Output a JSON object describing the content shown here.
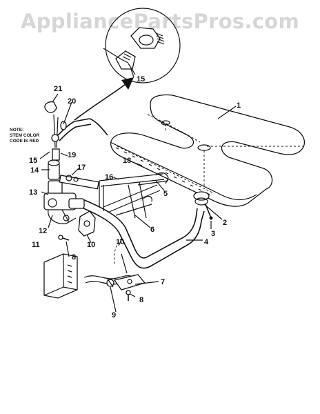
{
  "watermark": "AppliancePartsPros.com",
  "note": {
    "line1": "NOTE:",
    "line2": "STEM COLOR",
    "line3": "CODE IS RED"
  },
  "labels": {
    "p1": "1",
    "p2": "2",
    "p3": "3",
    "p4": "4",
    "p5": "5",
    "p6": "6",
    "p7": "7",
    "p8a": "8",
    "p8b": "8",
    "p9": "9",
    "p10a": "10",
    "p10b": "10",
    "p11": "11",
    "p12": "12",
    "p13": "13",
    "p14": "14",
    "p15a": "15",
    "p15b": "15",
    "p16": "16",
    "p17": "17",
    "p18": "18",
    "p19": "19",
    "p20": "20",
    "p21": "21"
  }
}
